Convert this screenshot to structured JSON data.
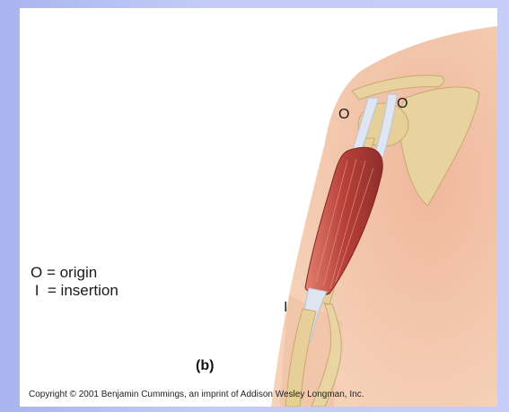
{
  "figure": {
    "markers": {
      "origin_left": "O",
      "origin_right": "O",
      "insertion": "I"
    },
    "legend": {
      "origin": "O = origin",
      "insertion": " I  = insertion"
    },
    "panel_label": "(b)",
    "copyright": "Copyright © 2001 Benjamin Cummings, an imprint of Addison Wesley Longman, Inc."
  },
  "colors": {
    "skin": "#f1c2a2",
    "bone": "#e5cf9c",
    "muscle": "#c0463f",
    "tendon": "#dfe6f2",
    "background": "#b6c0f3"
  }
}
